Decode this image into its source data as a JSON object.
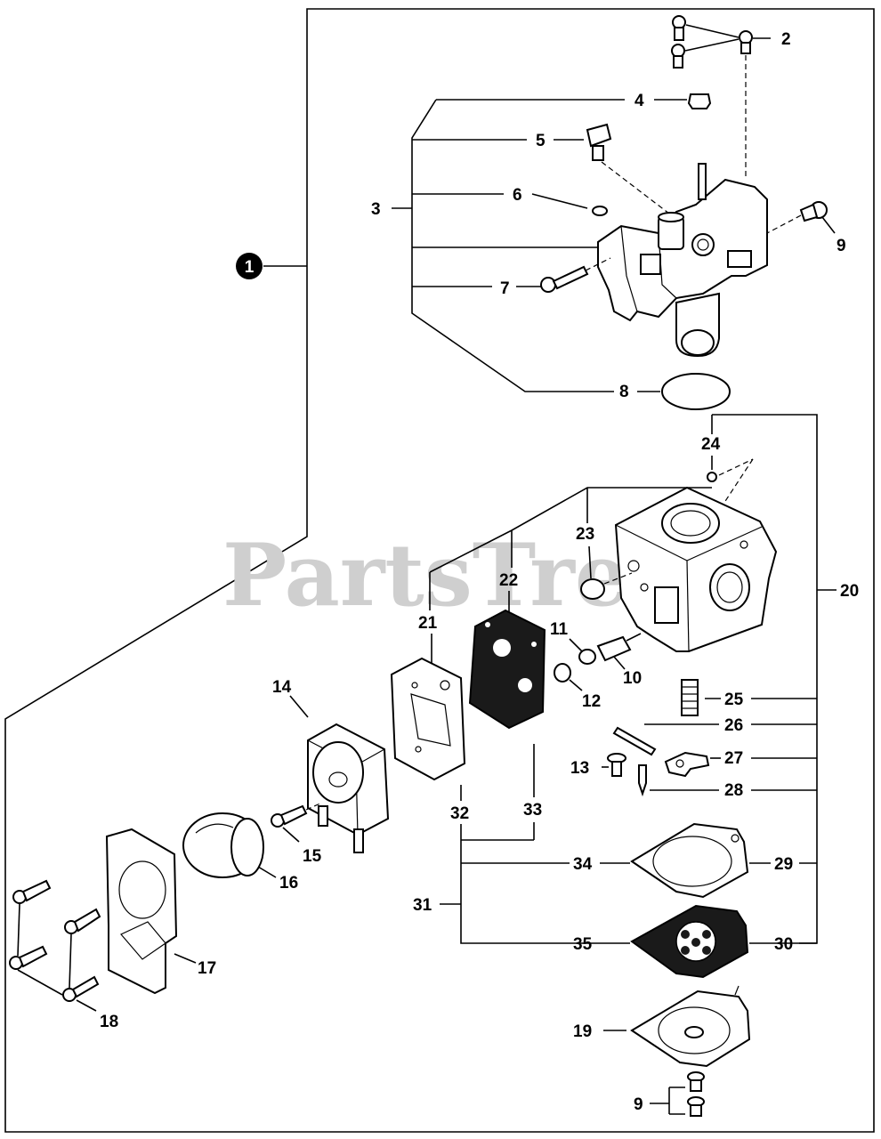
{
  "watermark": "PartsTree",
  "callouts": {
    "c1": "1",
    "c2": "2",
    "c3": "3",
    "c4": "4",
    "c5": "5",
    "c6": "6",
    "c7": "7",
    "c8": "8",
    "c9a": "9",
    "c9b": "9",
    "c10": "10",
    "c11": "11",
    "c12": "12",
    "c13": "13",
    "c14": "14",
    "c15": "15",
    "c16": "16",
    "c17": "17",
    "c18": "18",
    "c19": "19",
    "c20": "20",
    "c21": "21",
    "c22": "22",
    "c23": "23",
    "c24": "24",
    "c25": "25",
    "c26": "26",
    "c27": "27",
    "c28": "28",
    "c29": "29",
    "c30": "30",
    "c31": "31",
    "c32": "32",
    "c33": "33",
    "c34": "34",
    "c35": "35"
  }
}
